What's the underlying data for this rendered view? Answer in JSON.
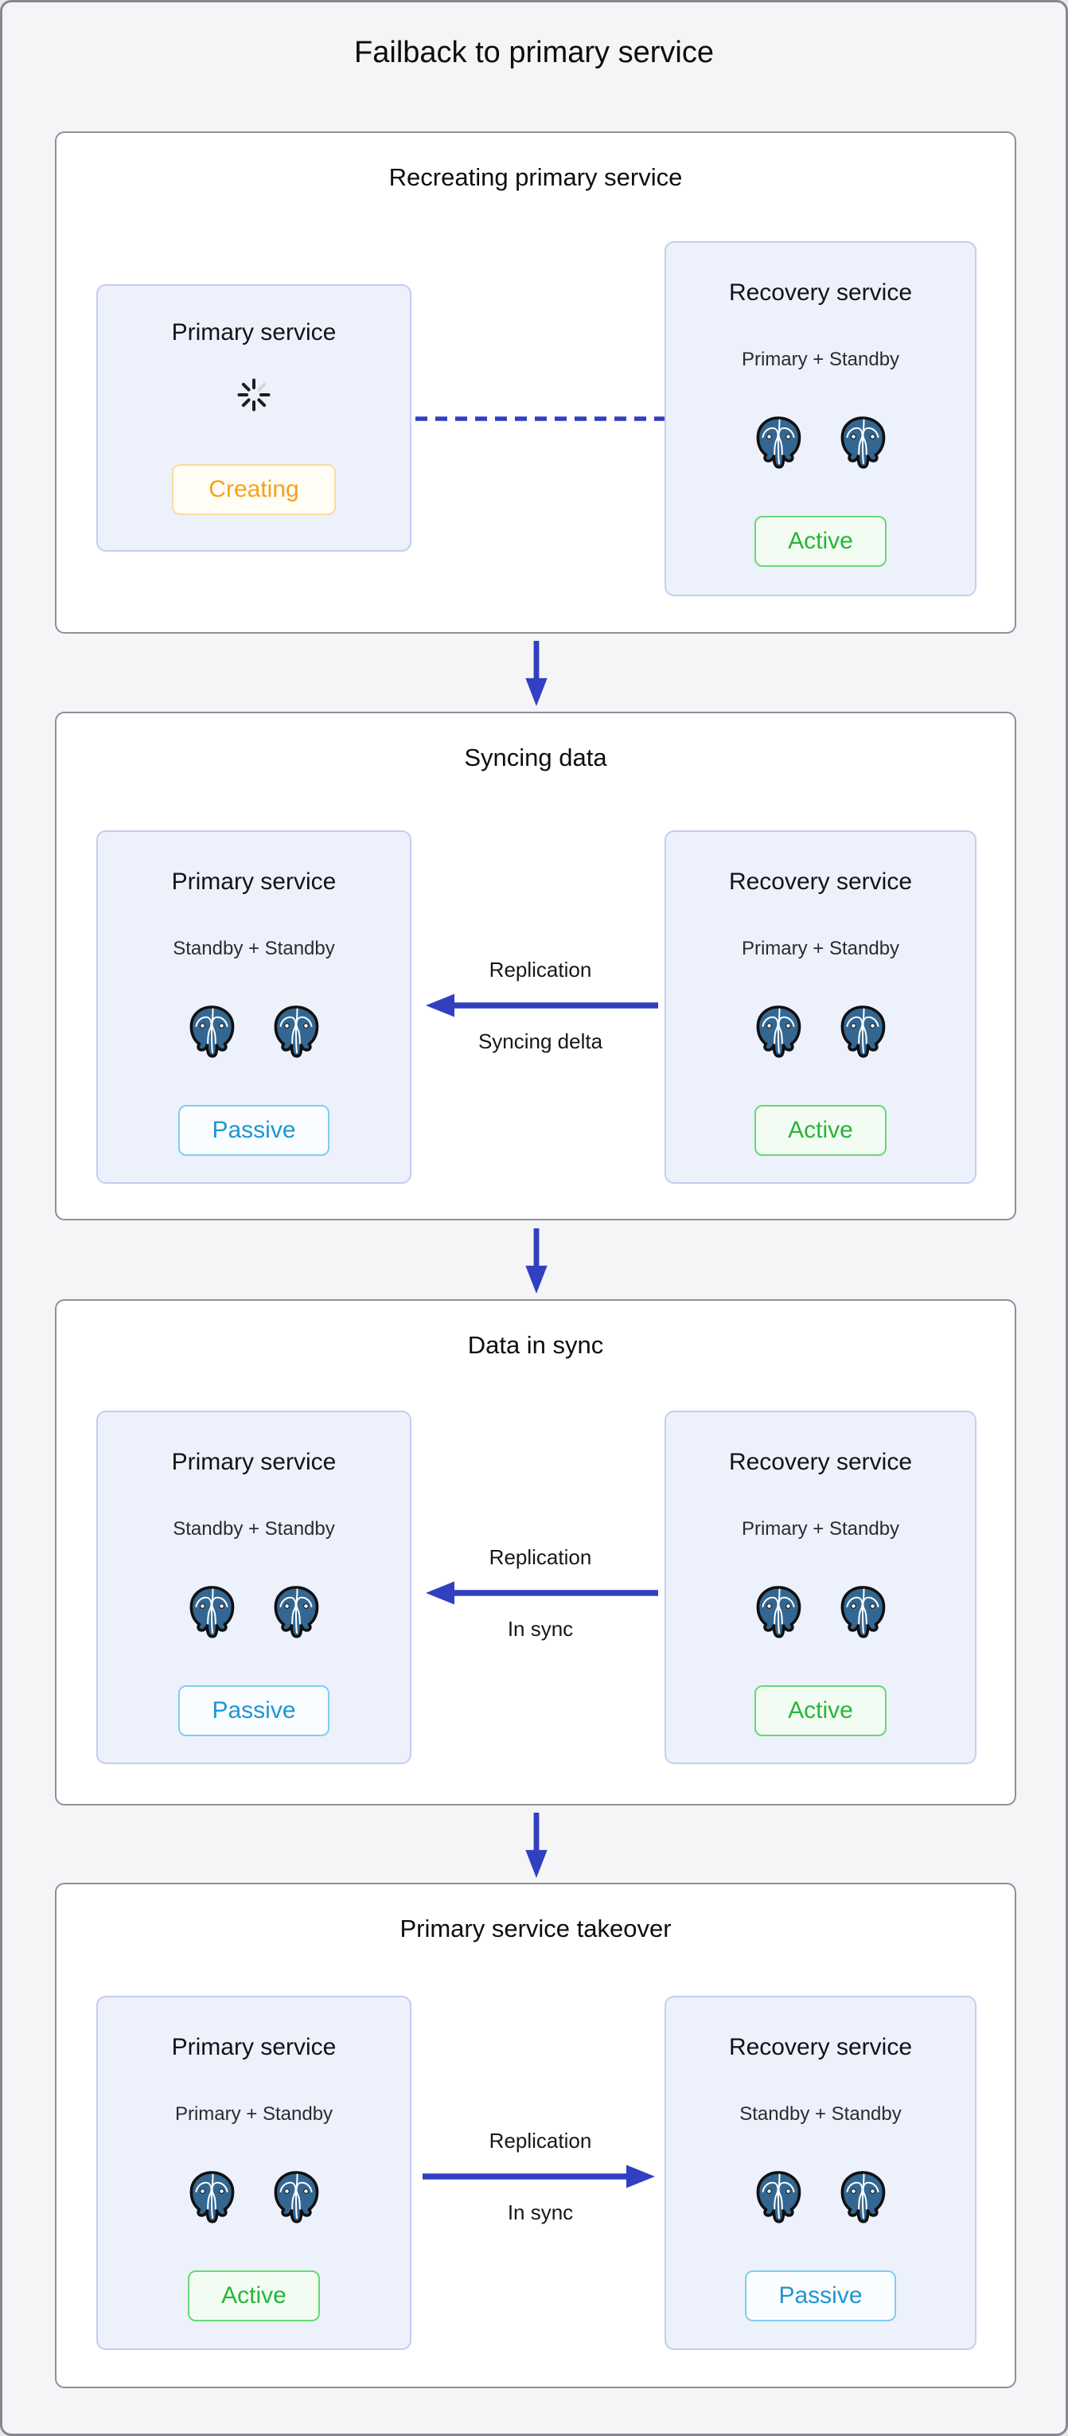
{
  "page": {
    "title": "Failback to primary service"
  },
  "colors": {
    "page_background": "#f5f5f7",
    "stage_background": "#ffffff",
    "card_background": "#edf1fc",
    "card_border": "#c6cdf0",
    "arrow_blue": "#3140c0",
    "status_creating": "#f7a11c",
    "status_active": "#26b53a",
    "status_passive": "#2095d2",
    "postgres_blue": "#336791"
  },
  "sections": [
    {
      "title": "Recreating primary service",
      "left_card": {
        "title": "Primary service",
        "icon": "spinner-icon",
        "badge": "Creating"
      },
      "right_card": {
        "title": "Recovery service",
        "subtitle": "Primary + Standby",
        "icon": "postgres-elephants",
        "badge": "Active"
      },
      "connector": {
        "type": "dashed-line"
      }
    },
    {
      "title": "Syncing data",
      "left_card": {
        "title": "Primary service",
        "subtitle": "Standby + Standby",
        "icon": "postgres-elephants",
        "badge": "Passive"
      },
      "right_card": {
        "title": "Recovery service",
        "subtitle": "Primary + Standby",
        "icon": "postgres-elephants",
        "badge": "Active"
      },
      "connector": {
        "type": "arrow",
        "direction": "left",
        "label_top": "Replication",
        "label_bottom": "Syncing delta"
      }
    },
    {
      "title": "Data in sync",
      "left_card": {
        "title": "Primary service",
        "subtitle": "Standby + Standby",
        "icon": "postgres-elephants",
        "badge": "Passive"
      },
      "right_card": {
        "title": "Recovery service",
        "subtitle": "Primary + Standby",
        "icon": "postgres-elephants",
        "badge": "Active"
      },
      "connector": {
        "type": "arrow",
        "direction": "left",
        "label_top": "Replication",
        "label_bottom": "In sync"
      }
    },
    {
      "title": "Primary service takeover",
      "left_card": {
        "title": "Primary service",
        "subtitle": "Primary + Standby",
        "icon": "postgres-elephants",
        "badge": "Active"
      },
      "right_card": {
        "title": "Recovery service",
        "subtitle": "Standby + Standby",
        "icon": "postgres-elephants",
        "badge": "Passive"
      },
      "connector": {
        "type": "arrow",
        "direction": "right",
        "label_top": "Replication",
        "label_bottom": "In sync"
      }
    }
  ]
}
